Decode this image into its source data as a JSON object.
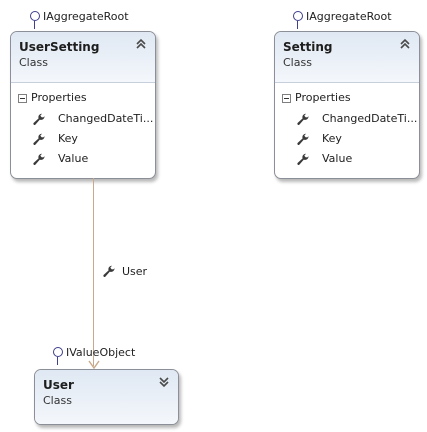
{
  "classes": {
    "user_setting": {
      "interface": "IAggregateRoot",
      "name": "UserSetting",
      "stereotype": "Class",
      "section_label": "Properties",
      "properties": [
        "ChangedDateTi...",
        "Key",
        "Value"
      ],
      "collapse_icon": "double-chevron-up-icon"
    },
    "setting": {
      "interface": "IAggregateRoot",
      "name": "Setting",
      "stereotype": "Class",
      "section_label": "Properties",
      "properties": [
        "ChangedDateTi...",
        "Key",
        "Value"
      ],
      "collapse_icon": "double-chevron-up-icon"
    },
    "user": {
      "interface": "IValueObject",
      "name": "User",
      "stereotype": "Class",
      "expand_icon": "double-chevron-down-icon"
    }
  },
  "association": {
    "label": "User",
    "from": "UserSetting",
    "to": "User",
    "icon": "wrench-icon"
  },
  "colors": {
    "header_gradient_top": "#dfe8f3",
    "border": "#8b8f97",
    "interface_lollipop": "#3f3f8f",
    "association_line": "#c9a98b"
  }
}
